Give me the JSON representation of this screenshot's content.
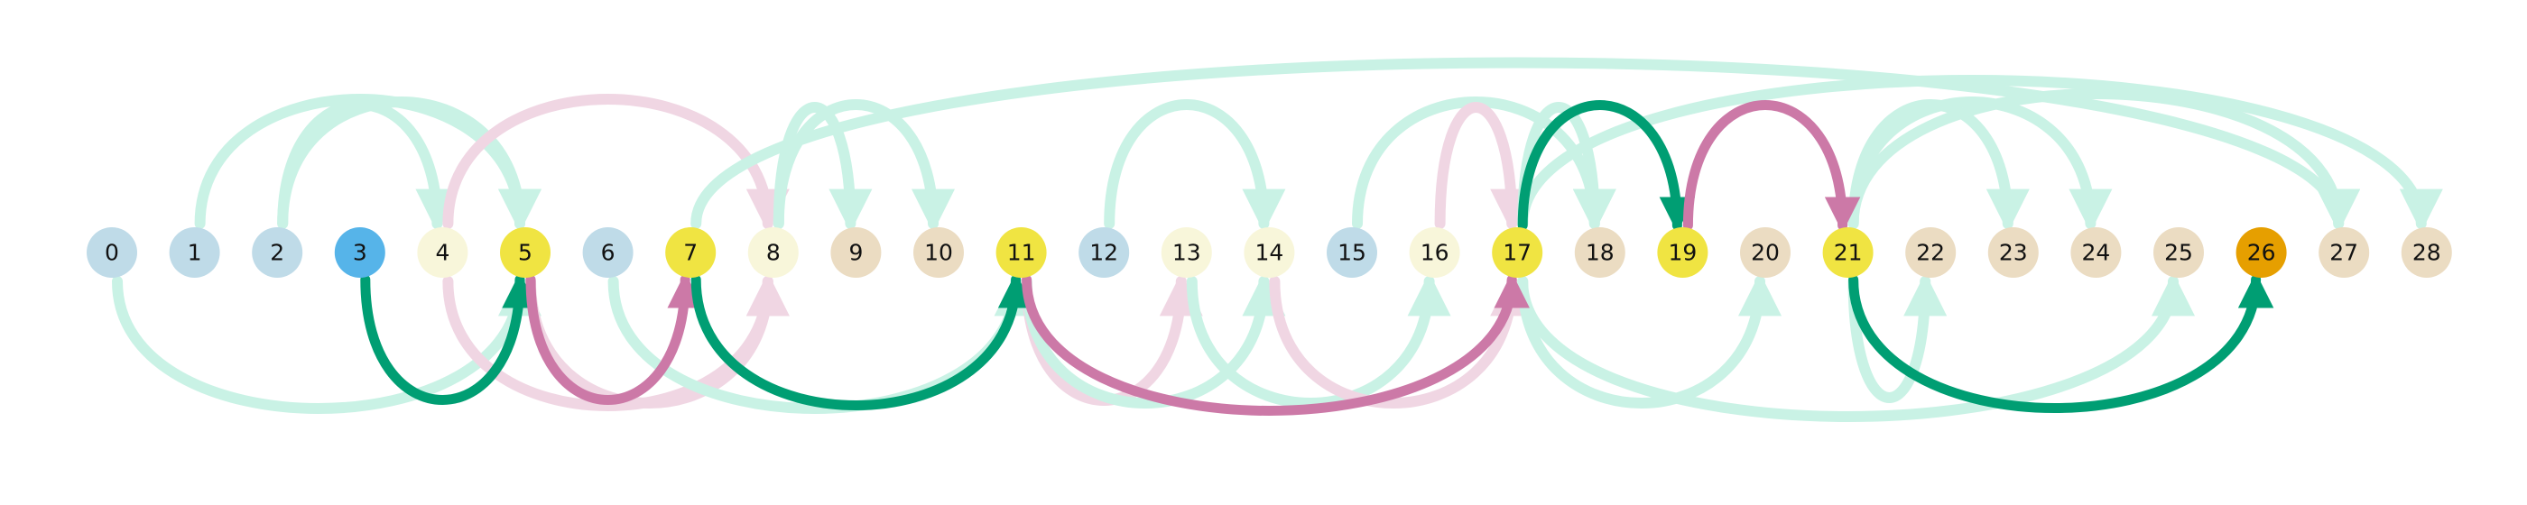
{
  "diagram": {
    "colors": {
      "faint_green": "#c9f2e5",
      "faint_pink": "#f0d6e3",
      "strong_green": "#009e73",
      "strong_pink": "#cc79a7",
      "node_blue": "#bfdbe8",
      "node_cream": "#f8f6da",
      "node_tan": "#ebdcc2",
      "node_yellow": "#f0e442",
      "node_start": "#56b4e9",
      "node_end": "#e69f00"
    },
    "nodes": [
      {
        "label": "0",
        "color": "#bfdbe8"
      },
      {
        "label": "1",
        "color": "#bfdbe8"
      },
      {
        "label": "2",
        "color": "#bfdbe8"
      },
      {
        "label": "3",
        "color": "#56b4e9"
      },
      {
        "label": "4",
        "color": "#f8f6da"
      },
      {
        "label": "5",
        "color": "#f0e442"
      },
      {
        "label": "6",
        "color": "#bfdbe8"
      },
      {
        "label": "7",
        "color": "#f0e442"
      },
      {
        "label": "8",
        "color": "#f8f6da"
      },
      {
        "label": "9",
        "color": "#ebdcc2"
      },
      {
        "label": "10",
        "color": "#ebdcc2"
      },
      {
        "label": "11",
        "color": "#f0e442"
      },
      {
        "label": "12",
        "color": "#bfdbe8"
      },
      {
        "label": "13",
        "color": "#f8f6da"
      },
      {
        "label": "14",
        "color": "#f8f6da"
      },
      {
        "label": "15",
        "color": "#bfdbe8"
      },
      {
        "label": "16",
        "color": "#f8f6da"
      },
      {
        "label": "17",
        "color": "#f0e442"
      },
      {
        "label": "18",
        "color": "#ebdcc2"
      },
      {
        "label": "19",
        "color": "#f0e442"
      },
      {
        "label": "20",
        "color": "#ebdcc2"
      },
      {
        "label": "21",
        "color": "#f0e442"
      },
      {
        "label": "22",
        "color": "#ebdcc2"
      },
      {
        "label": "23",
        "color": "#ebdcc2"
      },
      {
        "label": "24",
        "color": "#ebdcc2"
      },
      {
        "label": "25",
        "color": "#ebdcc2"
      },
      {
        "label": "26",
        "color": "#e69f00"
      },
      {
        "label": "27",
        "color": "#ebdcc2"
      },
      {
        "label": "28",
        "color": "#ebdcc2"
      }
    ],
    "edges": [
      {
        "from": 1,
        "to": 5,
        "side": "above",
        "style": "faint_green"
      },
      {
        "from": 2,
        "to": 4,
        "side": "above",
        "style": "faint_green"
      },
      {
        "from": 2,
        "to": 5,
        "side": "above",
        "style": "faint_green"
      },
      {
        "from": 4,
        "to": 8,
        "side": "above",
        "style": "faint_pink"
      },
      {
        "from": 8,
        "to": 9,
        "side": "above",
        "style": "faint_green"
      },
      {
        "from": 8,
        "to": 10,
        "side": "above",
        "style": "faint_green"
      },
      {
        "from": 7,
        "to": 27,
        "side": "above",
        "style": "faint_green"
      },
      {
        "from": 12,
        "to": 14,
        "side": "above",
        "style": "faint_green"
      },
      {
        "from": 15,
        "to": 18,
        "side": "above",
        "style": "faint_green"
      },
      {
        "from": 16,
        "to": 17,
        "side": "above",
        "style": "faint_pink"
      },
      {
        "from": 17,
        "to": 18,
        "side": "above",
        "style": "faint_green"
      },
      {
        "from": 17,
        "to": 28,
        "side": "above",
        "style": "faint_green"
      },
      {
        "from": 21,
        "to": 23,
        "side": "above",
        "style": "faint_green"
      },
      {
        "from": 21,
        "to": 24,
        "side": "above",
        "style": "faint_green"
      },
      {
        "from": 21,
        "to": 27,
        "side": "above",
        "style": "faint_green"
      },
      {
        "from": 0,
        "to": 5,
        "side": "below",
        "style": "faint_green"
      },
      {
        "from": 4,
        "to": 8,
        "side": "below",
        "style": "faint_pink"
      },
      {
        "from": 5,
        "to": 8,
        "side": "below",
        "style": "faint_pink"
      },
      {
        "from": 6,
        "to": 11,
        "side": "below",
        "style": "faint_green"
      },
      {
        "from": 11,
        "to": 13,
        "side": "below",
        "style": "faint_pink"
      },
      {
        "from": 11,
        "to": 14,
        "side": "below",
        "style": "faint_green"
      },
      {
        "from": 13,
        "to": 16,
        "side": "below",
        "style": "faint_green"
      },
      {
        "from": 14,
        "to": 17,
        "side": "below",
        "style": "faint_pink"
      },
      {
        "from": 17,
        "to": 20,
        "side": "below",
        "style": "faint_green"
      },
      {
        "from": 17,
        "to": 25,
        "side": "below",
        "style": "faint_green"
      },
      {
        "from": 21,
        "to": 22,
        "side": "below",
        "style": "faint_green"
      },
      {
        "from": 3,
        "to": 5,
        "side": "below",
        "style": "strong_green"
      },
      {
        "from": 5,
        "to": 7,
        "side": "below",
        "style": "strong_pink"
      },
      {
        "from": 7,
        "to": 11,
        "side": "below",
        "style": "strong_green"
      },
      {
        "from": 11,
        "to": 17,
        "side": "below",
        "style": "strong_pink"
      },
      {
        "from": 17,
        "to": 19,
        "side": "above",
        "style": "strong_green"
      },
      {
        "from": 19,
        "to": 21,
        "side": "above",
        "style": "strong_pink"
      },
      {
        "from": 21,
        "to": 26,
        "side": "below",
        "style": "strong_green"
      }
    ]
  }
}
